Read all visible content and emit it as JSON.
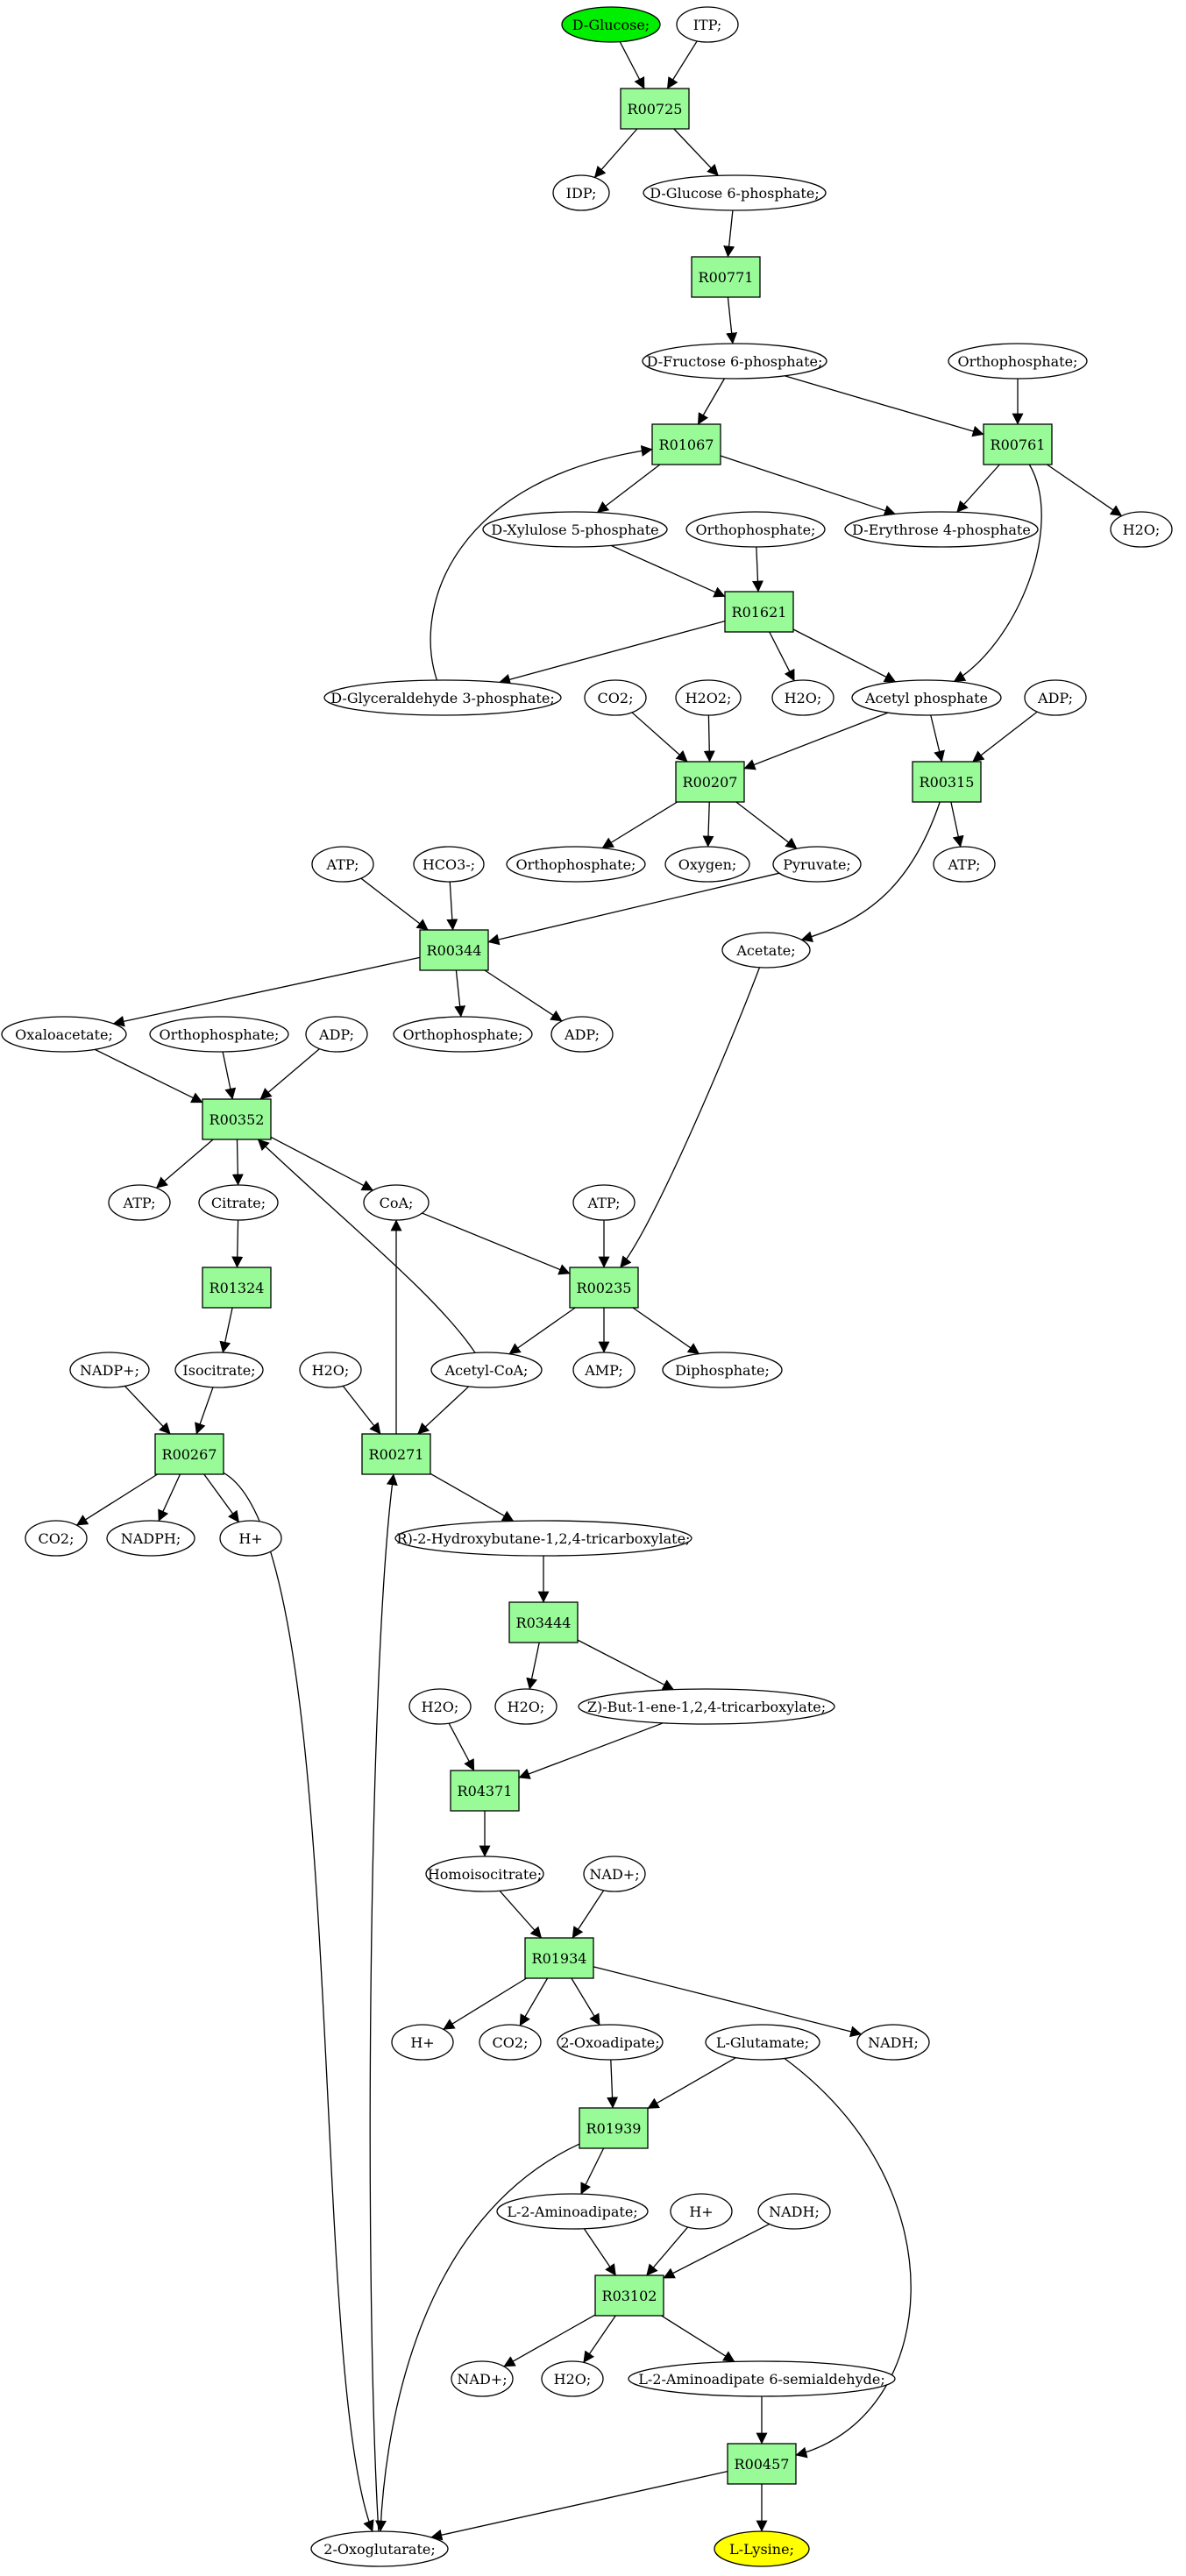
{
  "diagram": {
    "nodes": {
      "glucose": {
        "label": "D-Glucose;",
        "kind": "start"
      },
      "itp": {
        "label": "ITP;",
        "kind": "compound"
      },
      "r00725": {
        "label": "R00725",
        "kind": "reaction"
      },
      "idp": {
        "label": "IDP;",
        "kind": "compound"
      },
      "g6p": {
        "label": "D-Glucose 6-phosphate;",
        "kind": "compound"
      },
      "r00771": {
        "label": "R00771",
        "kind": "reaction"
      },
      "f6p": {
        "label": "D-Fructose 6-phosphate;",
        "kind": "compound"
      },
      "pi_1": {
        "label": "Orthophosphate;",
        "kind": "compound"
      },
      "r01067": {
        "label": "R01067",
        "kind": "reaction"
      },
      "r00761": {
        "label": "R00761",
        "kind": "reaction"
      },
      "xu5p": {
        "label": "D-Xylulose 5-phosphate",
        "kind": "compound"
      },
      "pi_2": {
        "label": "Orthophosphate;",
        "kind": "compound"
      },
      "e4p": {
        "label": "D-Erythrose 4-phosphate",
        "kind": "compound"
      },
      "h2o_1": {
        "label": "H2O;",
        "kind": "compound"
      },
      "r01621": {
        "label": "R01621",
        "kind": "reaction"
      },
      "g3p": {
        "label": "D-Glyceraldehyde 3-phosphate;",
        "kind": "compound"
      },
      "co2_1": {
        "label": "CO2;",
        "kind": "compound"
      },
      "h2o2": {
        "label": "H2O2;",
        "kind": "compound"
      },
      "h2o_2": {
        "label": "H2O;",
        "kind": "compound"
      },
      "acp": {
        "label": "Acetyl phosphate",
        "kind": "compound"
      },
      "adp_1": {
        "label": "ADP;",
        "kind": "compound"
      },
      "r00207": {
        "label": "R00207",
        "kind": "reaction"
      },
      "r00315": {
        "label": "R00315",
        "kind": "reaction"
      },
      "pi_3": {
        "label": "Orthophosphate;",
        "kind": "compound"
      },
      "oxygen": {
        "label": "Oxygen;",
        "kind": "compound"
      },
      "pyruvate": {
        "label": "Pyruvate;",
        "kind": "compound"
      },
      "atp_1": {
        "label": "ATP;",
        "kind": "compound"
      },
      "atp_2": {
        "label": "ATP;",
        "kind": "compound"
      },
      "hco3": {
        "label": "HCO3-;",
        "kind": "compound"
      },
      "acetate": {
        "label": "Acetate;",
        "kind": "compound"
      },
      "r00344": {
        "label": "R00344",
        "kind": "reaction"
      },
      "oaa": {
        "label": "Oxaloacetate;",
        "kind": "compound"
      },
      "pi_4": {
        "label": "Orthophosphate;",
        "kind": "compound"
      },
      "adp_2": {
        "label": "ADP;",
        "kind": "compound"
      },
      "pi_5": {
        "label": "Orthophosphate;",
        "kind": "compound"
      },
      "adp_3": {
        "label": "ADP;",
        "kind": "compound"
      },
      "r00352": {
        "label": "R00352",
        "kind": "reaction"
      },
      "atp_3": {
        "label": "ATP;",
        "kind": "compound"
      },
      "citrate": {
        "label": "Citrate;",
        "kind": "compound"
      },
      "coa": {
        "label": "CoA;",
        "kind": "compound"
      },
      "atp_4": {
        "label": "ATP;",
        "kind": "compound"
      },
      "r01324": {
        "label": "R01324",
        "kind": "reaction"
      },
      "r00235": {
        "label": "R00235",
        "kind": "reaction"
      },
      "nadp": {
        "label": "NADP+;",
        "kind": "compound"
      },
      "isocitrate": {
        "label": "Isocitrate;",
        "kind": "compound"
      },
      "h2o_3": {
        "label": "H2O;",
        "kind": "compound"
      },
      "acoa": {
        "label": "Acetyl-CoA;",
        "kind": "compound"
      },
      "amp": {
        "label": "AMP;",
        "kind": "compound"
      },
      "ppi": {
        "label": "Diphosphate;",
        "kind": "compound"
      },
      "r00267": {
        "label": "R00267",
        "kind": "reaction"
      },
      "r00271": {
        "label": "R00271",
        "kind": "reaction"
      },
      "co2_2": {
        "label": "CO2;",
        "kind": "compound"
      },
      "nadph": {
        "label": "NADPH;",
        "kind": "compound"
      },
      "hplus_1": {
        "label": "H+",
        "kind": "compound"
      },
      "hbt": {
        "label": "R)-2-Hydroxybutane-1,2,4-tricarboxylate;",
        "kind": "compound"
      },
      "r03444": {
        "label": "R03444",
        "kind": "reaction"
      },
      "h2o_4": {
        "label": "H2O;",
        "kind": "compound"
      },
      "h2o_5": {
        "label": "H2O;",
        "kind": "compound"
      },
      "bet": {
        "label": "Z)-But-1-ene-1,2,4-tricarboxylate;",
        "kind": "compound"
      },
      "r04371": {
        "label": "R04371",
        "kind": "reaction"
      },
      "homoiso": {
        "label": "Homoisocitrate;",
        "kind": "compound"
      },
      "nad_1": {
        "label": "NAD+;",
        "kind": "compound"
      },
      "r01934": {
        "label": "R01934",
        "kind": "reaction"
      },
      "hplus_2": {
        "label": "H+",
        "kind": "compound"
      },
      "co2_3": {
        "label": "CO2;",
        "kind": "compound"
      },
      "oxoadipate": {
        "label": "2-Oxoadipate;",
        "kind": "compound"
      },
      "glutamate": {
        "label": "L-Glutamate;",
        "kind": "compound"
      },
      "nadh_1": {
        "label": "NADH;",
        "kind": "compound"
      },
      "r01939": {
        "label": "R01939",
        "kind": "reaction"
      },
      "aminoadipate": {
        "label": "L-2-Aminoadipate;",
        "kind": "compound"
      },
      "hplus_3": {
        "label": "H+",
        "kind": "compound"
      },
      "nadh_2": {
        "label": "NADH;",
        "kind": "compound"
      },
      "r03102": {
        "label": "R03102",
        "kind": "reaction"
      },
      "nad_2": {
        "label": "NAD+;",
        "kind": "compound"
      },
      "h2o_6": {
        "label": "H2O;",
        "kind": "compound"
      },
      "semialdehyde": {
        "label": "L-2-Aminoadipate 6-semialdehyde;",
        "kind": "compound"
      },
      "r00457": {
        "label": "R00457",
        "kind": "reaction"
      },
      "oxoglutarate": {
        "label": "2-Oxoglutarate;",
        "kind": "compound"
      },
      "lysine": {
        "label": "L-Lysine;",
        "kind": "end"
      }
    },
    "colors": {
      "start": "#00ee00",
      "end": "#ffff00",
      "reaction": "#98fb98",
      "compound": "#ffffff",
      "stroke": "#000000"
    }
  }
}
